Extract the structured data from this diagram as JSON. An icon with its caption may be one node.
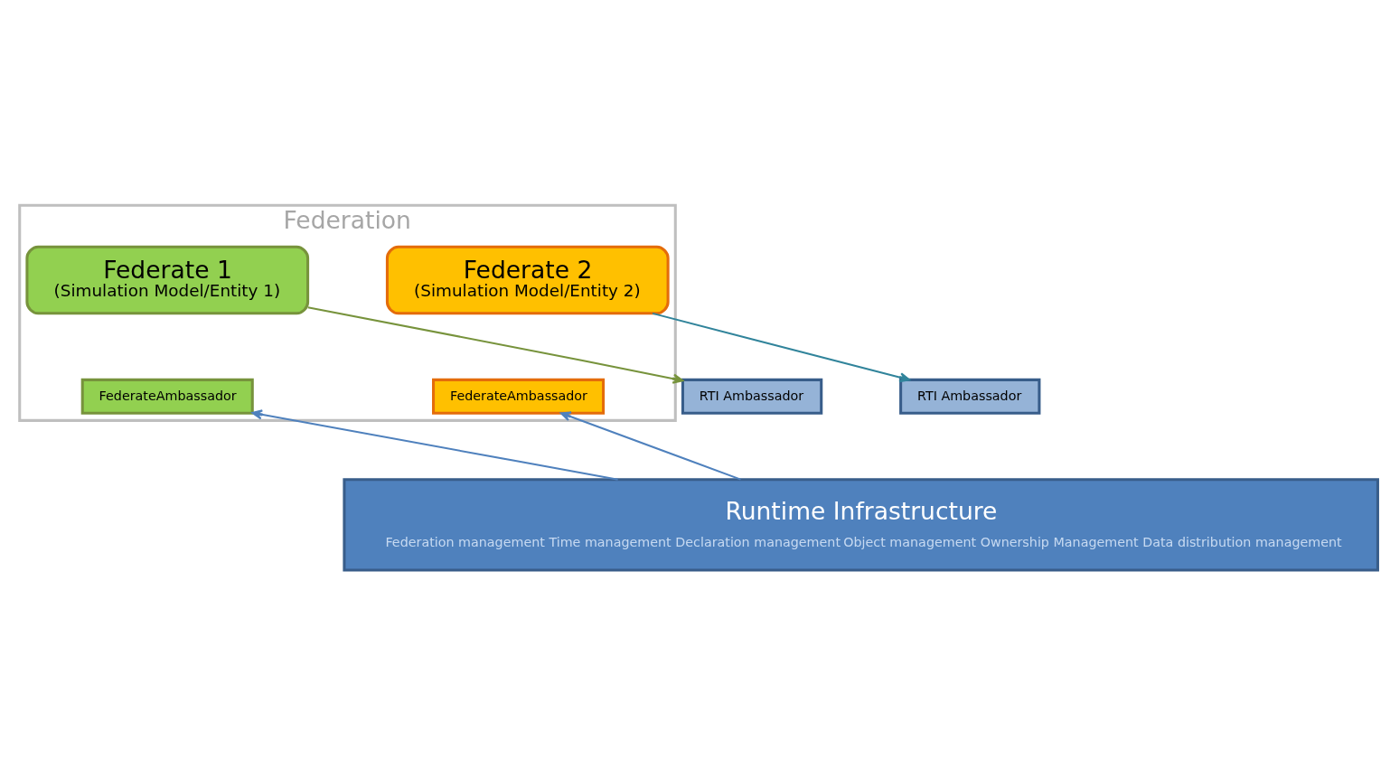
{
  "diagram": {
    "nodes": [
      {
        "text": [
          "Federation"
        ]
      },
      {
        "text": [
          "Federate 1",
          "(Simulation Model/Entity 1)"
        ],
        "in": 0
      },
      {
        "text": [
          "FederateAmbassador"
        ],
        "in": 0
      },
      {
        "text": [
          "Federate 2",
          "(Simulation Model/Entity 2)"
        ],
        "in": 0
      },
      {
        "text": [
          "FederateAmbassador"
        ],
        "in": 0
      },
      {
        "text": [
          "RTI Ambassador"
        ]
      },
      {
        "text": [
          "RTI Ambassador"
        ]
      },
      {
        "text": [
          "Runtime Infrastructure",
          "Federation management Time management Declaration management",
          "Object management Ownership Management Data distribution management"
        ]
      }
    ],
    "edges": [
      {
        "from": 1,
        "to": 5,
        "arrow": "to",
        "color": "#77933c"
      },
      {
        "from": 7,
        "to": 2,
        "arrow": "to",
        "color": "#4f81bd"
      },
      {
        "from": 3,
        "to": 6,
        "arrow": "to",
        "color": "#31849b"
      },
      {
        "from": 7,
        "to": 4,
        "arrow": "to",
        "color": "#4f81bd"
      }
    ]
  }
}
